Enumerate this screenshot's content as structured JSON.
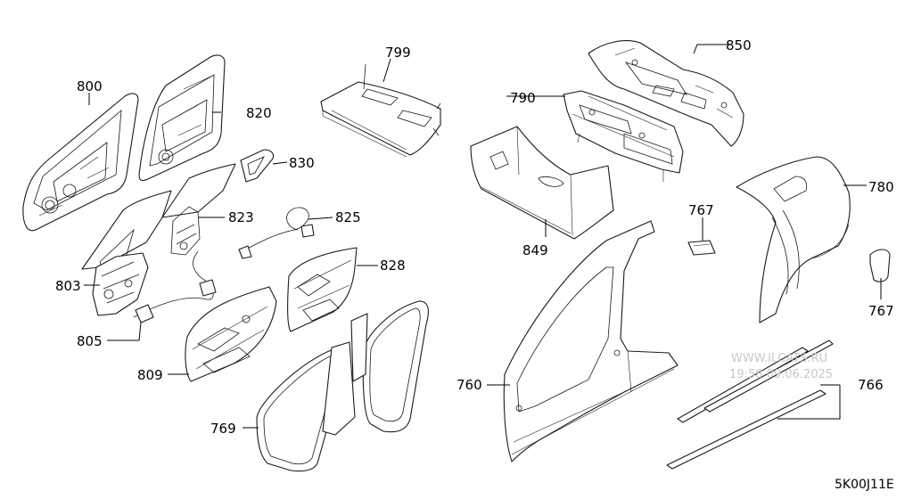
{
  "labels": {
    "p800": "800",
    "p820": "820",
    "p799": "799",
    "p850": "850",
    "p790": "790",
    "p830": "830",
    "p823": "823",
    "p825": "825",
    "p767a": "767",
    "p780": "780",
    "p849": "849",
    "p828": "828",
    "p803": "803",
    "p767b": "767",
    "p805": "805",
    "p809": "809",
    "p760": "760",
    "p766": "766",
    "p769": "769"
  },
  "watermark": {
    "line1": "WWW.ILCATS.RU",
    "line2": "19:58 09.06.2025"
  },
  "diagram_code": "5K00J11E"
}
